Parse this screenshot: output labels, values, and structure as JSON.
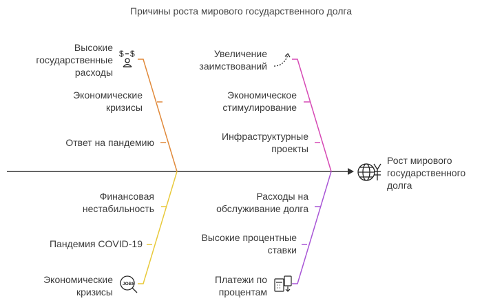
{
  "title": "Причины роста мирового государственного долга",
  "effect": {
    "label": "Рост мирового\nгосударственного\nдолга",
    "icon": "globe-yen-icon"
  },
  "colors": {
    "spine": "#333333",
    "orange": "#e0893a",
    "magenta": "#d64ab5",
    "yellow": "#e8c93a",
    "purple": "#a855d6"
  },
  "branches": {
    "top_left": {
      "color": "orange",
      "causes": [
        {
          "label": "Высокие\nгосударственные\nрасходы",
          "icon": "money-person-icon"
        },
        {
          "label": "Экономические\nкризисы"
        },
        {
          "label": "Ответ на пандемию"
        }
      ]
    },
    "top_right": {
      "color": "magenta",
      "causes": [
        {
          "label": "Увеличение\nзаимствований",
          "icon": "dotted-arrow-icon"
        },
        {
          "label": "Экономическое\nстимулирование"
        },
        {
          "label": "Инфраструктурные\nпроекты"
        }
      ]
    },
    "bottom_left": {
      "color": "yellow",
      "causes": [
        {
          "label": "Финансовая\nнестабильность"
        },
        {
          "label": "Пандемия COVID-19"
        },
        {
          "label": "Экономические\nкризисы",
          "icon": "jobs-search-icon"
        }
      ]
    },
    "bottom_right": {
      "color": "purple",
      "causes": [
        {
          "label": "Расходы на\nобслуживание долга"
        },
        {
          "label": "Высокие процентные\nставки"
        },
        {
          "label": "Платежи по\nпроцентам",
          "icon": "calculator-card-icon"
        }
      ]
    }
  }
}
